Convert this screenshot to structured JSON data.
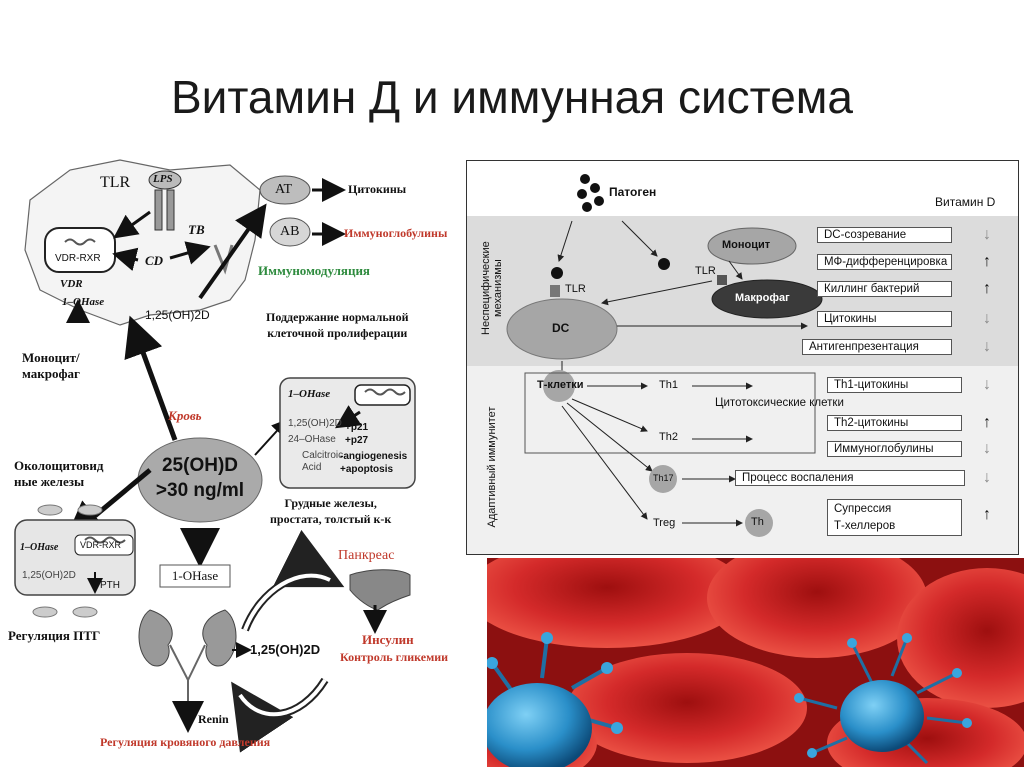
{
  "slide": {
    "title": "Витамин Д и иммунная система"
  },
  "left_diagram": {
    "tlr": "TLR",
    "lps": "LPS",
    "vdr_rxr": "VDR-RXR",
    "tb": "TB",
    "cd": "CD",
    "vdr": "VDR",
    "one_ohase": "1–OHase",
    "ohd_125": "1,25(OH)2D",
    "at": "AT",
    "ab": "AB",
    "cytokines": "Цитокины",
    "immunoglobulins": "Иммуноглобулины",
    "immunomodulation": "Иммуномодуляция",
    "monocyte_macrophage": "Моноцит/\nмакрофаг",
    "blood": "Кровь",
    "prolif": "Поддержание нормальной\nклеточной пролиферации",
    "center_line1": "25(OH)D",
    "center_line2": ">30 ng/ml",
    "parathyroid": "Околощитовид\nные железы",
    "cell2_ohase": "1–OHase",
    "cell2_125": "1,25(OH)2D",
    "cell2_24": "24–OHase",
    "cell2_calcitroic": "Calcitroic\nAcid",
    "cell2_p21": "+p21",
    "cell2_p27": "+p27",
    "cell2_angio": "-angiogenesis",
    "cell2_apop": "+apoptosis",
    "glands": "Грудные железы,\nпростата, толстый к-к",
    "para_ohase": "1–OHase",
    "para_125": "1,25(OH)2D",
    "pth": "PTH",
    "pth_reg": "Регуляция ПТГ",
    "kidney_ohase": "1-OHase",
    "kidney_125": "1,25(OH)2D",
    "pancreas": "Панкреас",
    "insulin": "Инсулин",
    "glycemia": "Контроль гликемии",
    "renin": "Renin",
    "bp": "Регуляция кровяного давления"
  },
  "right_diagram": {
    "pathogen": "Патоген",
    "vitamin_d": "Витамин D",
    "side_nonspecific": "Неспецифические механизмы",
    "side_adaptive": "Адаптивный иммунитет",
    "monocyte": "Моноцит",
    "macrophage": "Макрофаг",
    "tlr1": "TLR",
    "tlr2": "TLR",
    "dc": "DC",
    "t_cells": "Т-клетки",
    "th1": "Th1",
    "th2": "Th2",
    "th17": "Th17",
    "treg": "Treg",
    "th": "Th",
    "cytotoxic": "Цитотоксические клетки",
    "outputs": [
      {
        "label": "DC-созревание",
        "arrow": "↓"
      },
      {
        "label": "МФ-дифференцировка",
        "arrow": "↑"
      },
      {
        "label": "Киллинг бактерий",
        "arrow": "↑"
      },
      {
        "label": "Цитокины",
        "arrow": "↓"
      },
      {
        "label": "Антигенпрезентация",
        "arrow": "↓"
      },
      {
        "label": "Th1-цитокины",
        "arrow": "↓"
      },
      {
        "label": "Th2-цитокины",
        "arrow": "↑"
      },
      {
        "label": "Иммуноглобулины",
        "arrow": "↓"
      },
      {
        "label": "Процесс воспаления",
        "arrow": "↓"
      },
      {
        "label": "Супрессия\nТ-хеллеров",
        "arrow": "↑"
      }
    ]
  },
  "colors": {
    "nonspecific_band": "#dcdcdc",
    "adaptive_band": "#f0f0f0",
    "cell_gray": "#a6a6a6",
    "dark_cell": "#3a3a3a",
    "red_text": "#c0392b",
    "green_text": "#2e8b3e",
    "blood_red": "#c81e1e",
    "virus_blue": "#2a8fc9"
  }
}
